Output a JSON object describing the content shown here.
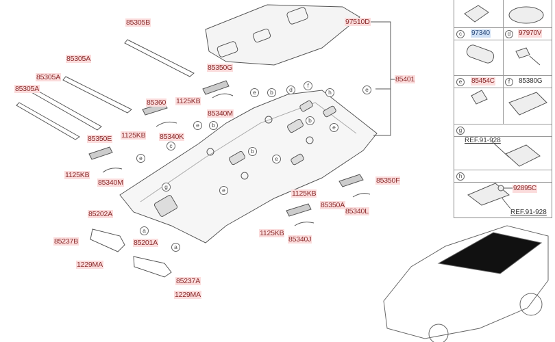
{
  "labels": {
    "l_85305B": "85305B",
    "l_85305A_1": "85305A",
    "l_85305A_2": "85305A",
    "l_85305A_3": "85305A",
    "l_97510D": "97510D",
    "l_85401": "85401",
    "l_85350G": "85350G",
    "l_1125KB_1": "1125KB",
    "l_85340M_1": "85340M",
    "l_85360": "85360",
    "l_1125KB_2": "1125KB",
    "l_85340K": "85340K",
    "l_85350E": "85350E",
    "l_1125KB_3": "1125KB",
    "l_85340M_2": "85340M",
    "l_85350F": "85350F",
    "l_1125KB_4": "1125KB",
    "l_85340L": "85340L",
    "l_85350A": "85350A",
    "l_1125KB_5": "1125KB",
    "l_85340J": "85340J",
    "l_85202A": "85202A",
    "l_85237B": "85237B",
    "l_1229MA_1": "1229MA",
    "l_85201A": "85201A",
    "l_85237A": "85237A",
    "l_1229MA_2": "1229MA"
  },
  "callouts": {
    "e1": "e",
    "b1": "b",
    "d1": "d",
    "f1": "f",
    "h1": "h",
    "e2": "e",
    "e3": "e",
    "b2": "b",
    "b3": "b",
    "e4": "e",
    "c1": "c",
    "e5": "e",
    "b4": "b",
    "e6": "e",
    "g1": "g",
    "e7": "e",
    "a1": "a",
    "a2": "a"
  },
  "legend_panel": {
    "cells": [
      {
        "letter": "c",
        "code": "97340"
      },
      {
        "letter": "d",
        "code": "97970V"
      },
      {
        "letter": "e",
        "code": "85454C"
      },
      {
        "letter": "f",
        "code": "85380G"
      },
      {
        "letter": "g",
        "ref": "REF.91-928"
      },
      {
        "letter": "h",
        "code": "92895C",
        "ref": "REF.91-928"
      }
    ]
  },
  "colors": {
    "label_highlight": "#fbdcdc",
    "label_text": "#8a2a2a",
    "selected_highlight": "#cfe0f5",
    "line": "#555555"
  }
}
